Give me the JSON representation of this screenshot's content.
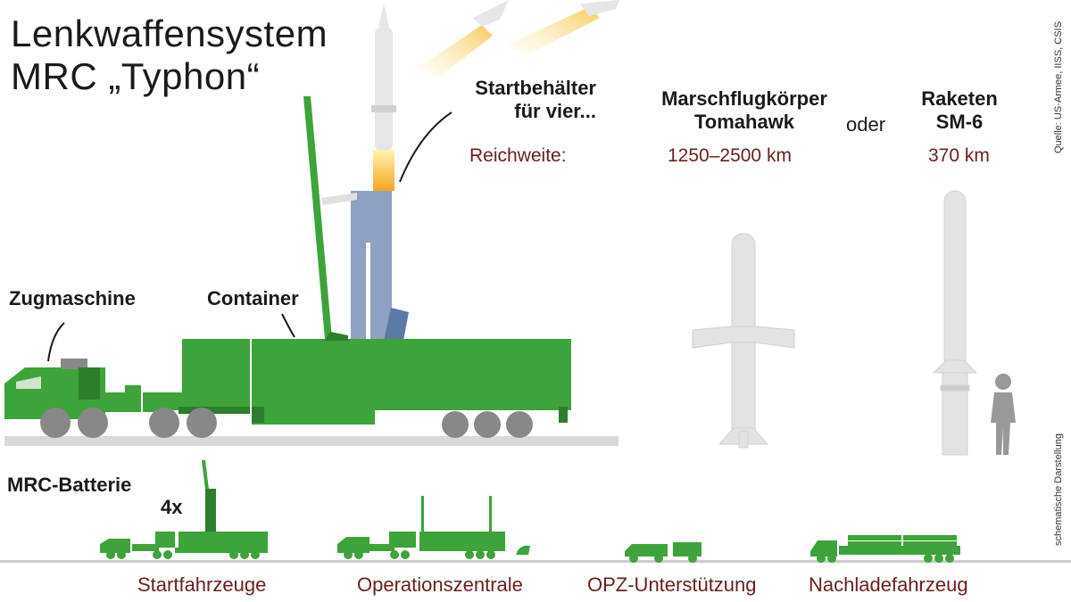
{
  "title_line1": "Lenkwaffensystem",
  "title_line2": "MRC „Typhon“",
  "source": "Quelle: US-Armee, IISS, CSIS",
  "note": "schematische Darstellung",
  "labels": {
    "tractor": "Zugmaschine",
    "container": "Container",
    "launcher_line1": "Startbehälter",
    "launcher_line2": "für vier...",
    "range": "Reichweite:",
    "or": "oder"
  },
  "missiles": {
    "tomahawk": {
      "line1": "Marschflugkörper",
      "line2": "Tomahawk",
      "range": "1250–2500 km"
    },
    "sm6": {
      "line1": "Raketen",
      "line2": "SM-6",
      "range": "370 km"
    }
  },
  "battery": {
    "title": "MRC-Batterie",
    "count": "4x",
    "items": [
      "Startfahrzeuge",
      "Operationszentrale",
      "OPZ-Unterstützung",
      "Nachladefahrzeug"
    ]
  },
  "colors": {
    "green": "#3da33a",
    "dark_green": "#2e7d2c",
    "gray": "#888888",
    "light_gray": "#d9d9d9",
    "blue": "#8da2c2",
    "text_red": "#6b1e1e"
  }
}
